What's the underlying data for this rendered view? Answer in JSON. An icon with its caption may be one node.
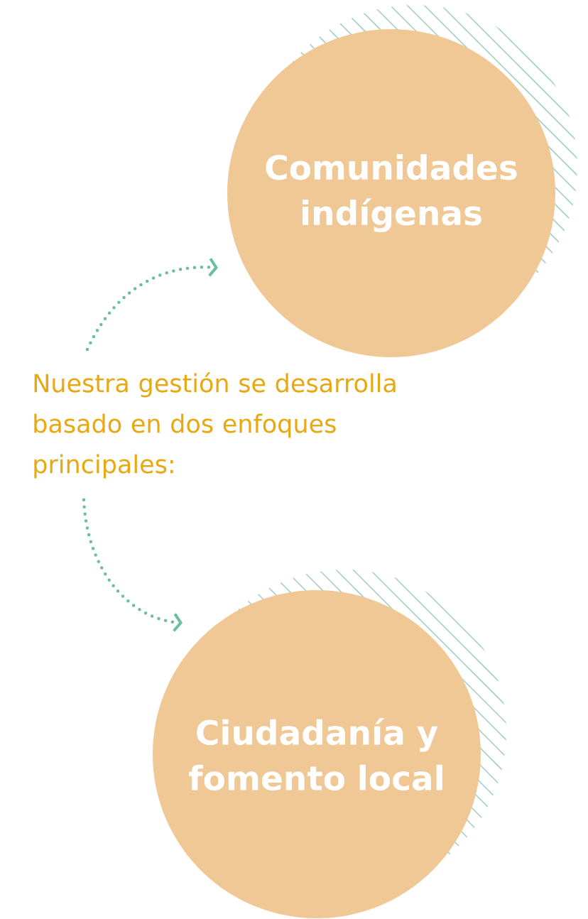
{
  "diagram": {
    "nodes": [
      {
        "text": [
          "Comunidades indígenas"
        ]
      },
      {
        "text": [
          "Nuestra gestión se desarrolla basado en dos enfoques principales:"
        ]
      },
      {
        "text": [
          "Ciudadanía y fomento local"
        ]
      }
    ],
    "edges": [
      {
        "from": 1,
        "to": 0,
        "arrow": "to"
      },
      {
        "from": 1,
        "to": 2,
        "arrow": "to"
      }
    ]
  }
}
